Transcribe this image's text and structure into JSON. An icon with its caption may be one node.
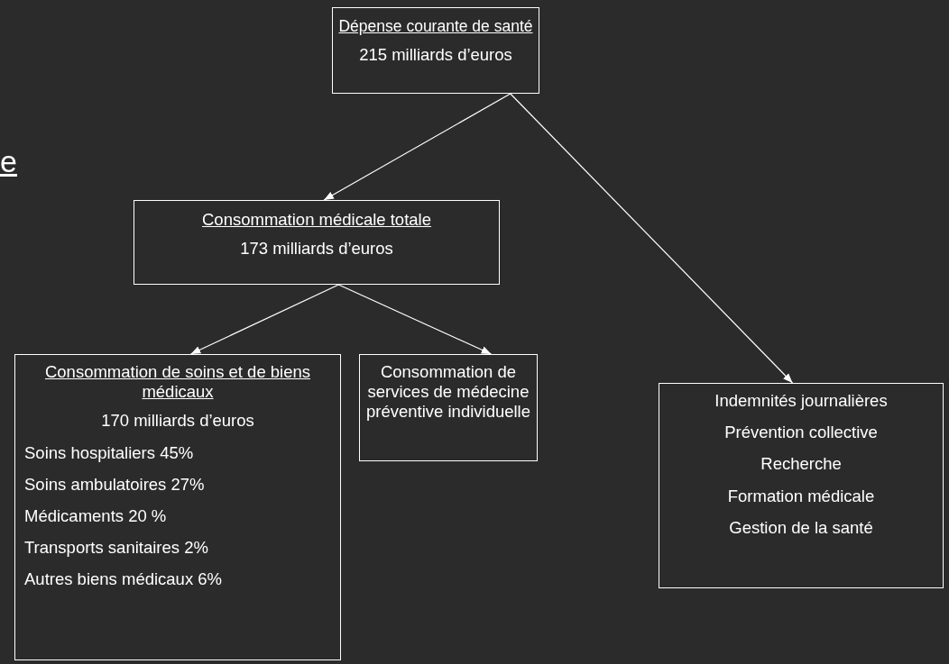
{
  "diagram": {
    "nodes": [
      {
        "text": [
          "Dépense courante de santé",
          "215 milliards d’euros"
        ]
      },
      {
        "text": [
          "Consommation médicale totale",
          "173 milliards d’euros"
        ]
      },
      {
        "text": [
          "Consommation de soins et de biens médicaux",
          "170 milliards d’euros",
          "Soins hospitaliers 45%",
          "Soins ambulatoires 27%",
          "Médicaments 20 %",
          "Transports sanitaires 2%",
          "Autres biens médicaux 6%"
        ]
      },
      {
        "text": [
          "Consommation de services de médecine préventive individuelle"
        ]
      },
      {
        "text": [
          "Indemnités journalières",
          "Prévention collective",
          "Recherche",
          "Formation médicale",
          "Gestion de la santé"
        ]
      }
    ],
    "edges": [
      {
        "from": 0,
        "to": 1,
        "arrow": "to"
      },
      {
        "from": 0,
        "to": 4,
        "arrow": "to"
      },
      {
        "from": 1,
        "to": 2,
        "arrow": "to"
      },
      {
        "from": 1,
        "to": 3,
        "arrow": "to"
      }
    ],
    "labels": [
      "e"
    ]
  }
}
